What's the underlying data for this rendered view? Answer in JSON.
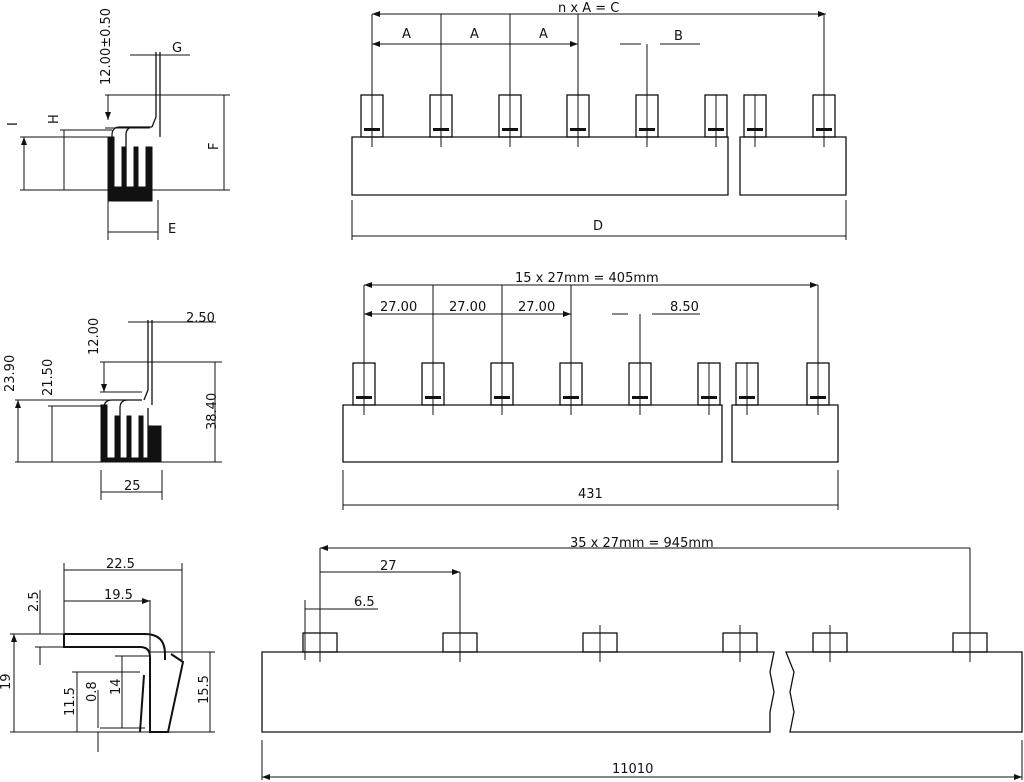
{
  "view1": {
    "side": {
      "label_12": "12.00±0.50",
      "label_g": "G",
      "label_i": "I",
      "label_h": "H",
      "label_f": "F",
      "label_e": "E"
    },
    "front": {
      "formula": "n x A = C",
      "pitch_labels": [
        "A",
        "A",
        "A"
      ],
      "label_b": "B",
      "label_d": "D"
    }
  },
  "view2": {
    "side": {
      "label_12": "12.00",
      "label_250": "2.50",
      "label_2390": "23.90",
      "label_2150": "21.50",
      "label_3840": "38.40",
      "label_25": "25"
    },
    "front": {
      "formula": "15 x 27mm = 405mm",
      "pitch_labels": [
        "27.00",
        "27.00",
        "27.00"
      ],
      "label_b": "8.50",
      "label_length": "431"
    }
  },
  "view3": {
    "side": {
      "label_225": "22.5",
      "label_195": "19.5",
      "label_25": "2.5",
      "label_19": "19",
      "label_115": "11.5",
      "label_08": "0.8",
      "label_14": "14",
      "label_155": "15.5"
    },
    "front": {
      "formula": "35 x 27mm = 945mm",
      "label_pitch": "27",
      "label_65": "6.5",
      "label_length": "11010"
    }
  }
}
